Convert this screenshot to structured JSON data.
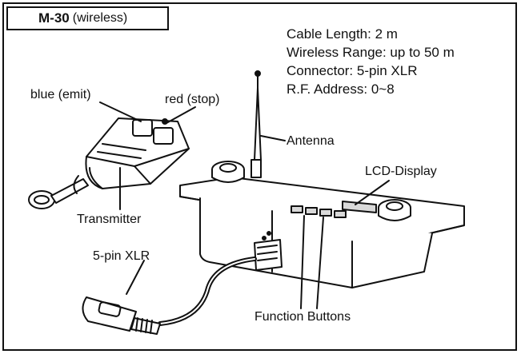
{
  "title": {
    "model": "M-30",
    "suffix": "(wireless)"
  },
  "specs": [
    "Cable Length: 2 m",
    "Wireless Range: up to 50 m",
    "Connector: 5-pin XLR",
    "R.F. Address: 0~8"
  ],
  "labels": {
    "blue_button": "blue (emit)",
    "red_button": "red (stop)",
    "antenna": "Antenna",
    "lcd": "LCD-Display",
    "transmitter": "Transmitter",
    "xlr": "5-pin XLR",
    "function_buttons": "Function Buttons"
  },
  "colors": {
    "line": "#111111",
    "background": "#ffffff",
    "shade": "#d9d9d9"
  }
}
